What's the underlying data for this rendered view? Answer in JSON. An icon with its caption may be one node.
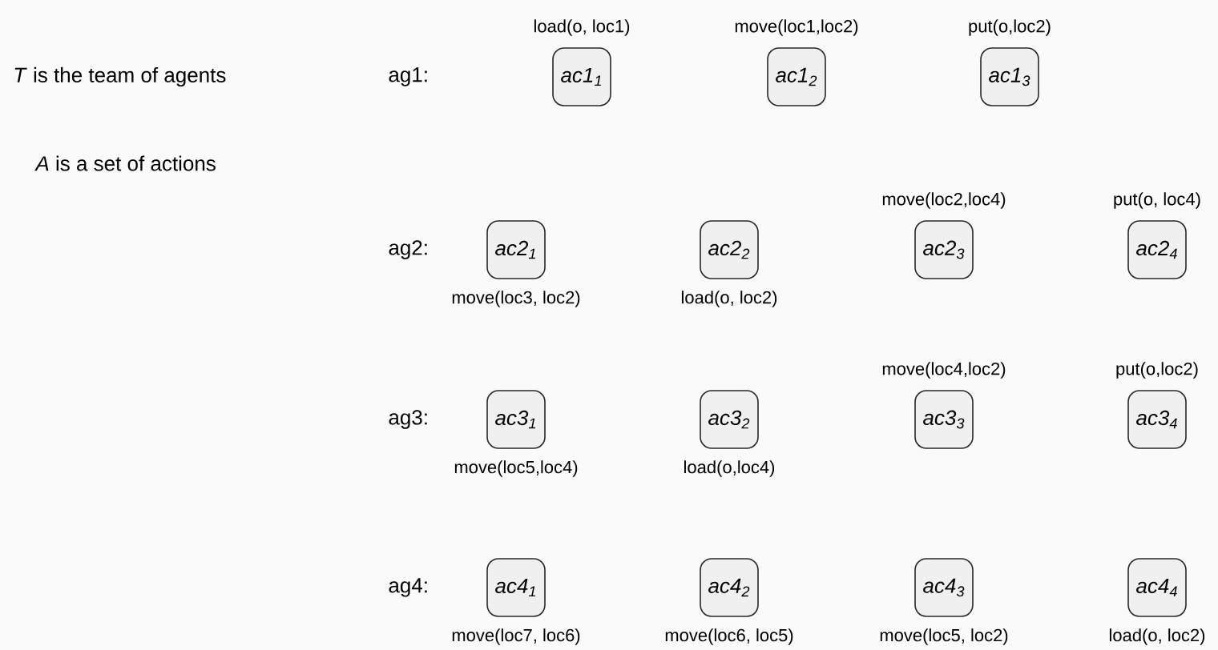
{
  "diagram": {
    "nodes": [
      {
        "text": [
          "ac1$_{1}$"
        ],
        "beside": [
          "load(o, loc1)"
        ]
      },
      {
        "text": [
          "ac1$_{2}$"
        ],
        "beside": [
          "move(loc1,loc2)"
        ]
      },
      {
        "text": [
          "ac1$_{3}$"
        ],
        "beside": [
          "put(o,loc2)"
        ]
      },
      {
        "text": [
          "ac2$_{1}$"
        ],
        "beside": [
          "move(loc3, loc2)"
        ]
      },
      {
        "text": [
          "ac2$_{2}$"
        ],
        "beside": [
          "load(o, loc2)"
        ]
      },
      {
        "text": [
          "ac2$_{3}$"
        ],
        "beside": [
          "move(loc2,loc4)"
        ]
      },
      {
        "text": [
          "ac2$_{4}$"
        ],
        "beside": [
          "put(o, loc4)"
        ]
      },
      {
        "text": [
          "ac3$_{1}$"
        ],
        "beside": [
          "move(loc5,loc4)"
        ]
      },
      {
        "text": [
          "ac3$_{2}$"
        ],
        "beside": [
          "load(o,loc4)"
        ]
      },
      {
        "text": [
          "ac3$_{3}$"
        ],
        "beside": [
          "move(loc4,loc2)"
        ]
      },
      {
        "text": [
          "ac3$_{4}$"
        ],
        "beside": [
          "put(o,loc2)"
        ]
      },
      {
        "text": [
          "ac4$_{1}$"
        ],
        "beside": [
          "move(loc7, loc6)"
        ]
      },
      {
        "text": [
          "ac4$_{2}$"
        ],
        "beside": [
          "move(loc6, loc5)"
        ]
      },
      {
        "text": [
          "ac4$_{3}$"
        ],
        "beside": [
          "move(loc5, loc2)"
        ]
      },
      {
        "text": [
          "ac4$_{4}$"
        ],
        "beside": [
          "load(o, loc2)"
        ]
      }
    ],
    "labels": [
      "*T* is the team of agents",
      "ag1:",
      "*A* is a set of actions",
      "ag2:",
      "ag3:",
      "ag4:"
    ]
  }
}
